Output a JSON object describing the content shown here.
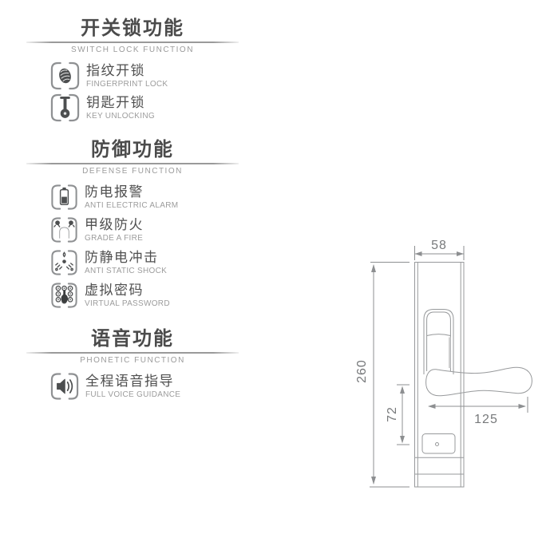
{
  "sections": [
    {
      "title": "开关锁功能",
      "subtitle": "SWITCH LOCK FUNCTION",
      "items": [
        {
          "icon": "fingerprint-icon",
          "zh": "指纹开锁",
          "en": "FINGERPRINT LOCK"
        },
        {
          "icon": "key-icon",
          "zh": "钥匙开锁",
          "en": "KEY UNLOCKING"
        }
      ]
    },
    {
      "title": "防御功能",
      "subtitle": "DEFENSE FUNCTION",
      "items": [
        {
          "icon": "battery-icon",
          "zh": "防电报警",
          "en": "ANTI ELECTRIC ALARM"
        },
        {
          "icon": "fire-sprinkler-icon",
          "zh": "甲级防火",
          "en": "GRADE A FIRE"
        },
        {
          "icon": "static-shock-icon",
          "zh": "防静电冲击",
          "en": "ANTI STATIC SHOCK"
        },
        {
          "icon": "keypad-hand-icon",
          "zh": "虚拟密码",
          "en": "VIRTUAL PASSWORD"
        }
      ]
    },
    {
      "title": "语音功能",
      "subtitle": "PHONETIC FUNCTION",
      "items": [
        {
          "icon": "speaker-icon",
          "zh": "全程语音指导",
          "en": "FULL VOICE GUIDANCE"
        }
      ]
    }
  ],
  "drawing": {
    "plate_width": "58",
    "plate_height": "260",
    "handle_to_cylinder": "72",
    "handle_length": "125"
  },
  "colors": {
    "heading_text": "#4b4b4b",
    "item_text": "#4f4f4f",
    "caption_text": "#9c9c9c",
    "line_work": "#97999b",
    "background": "#ffffff"
  }
}
